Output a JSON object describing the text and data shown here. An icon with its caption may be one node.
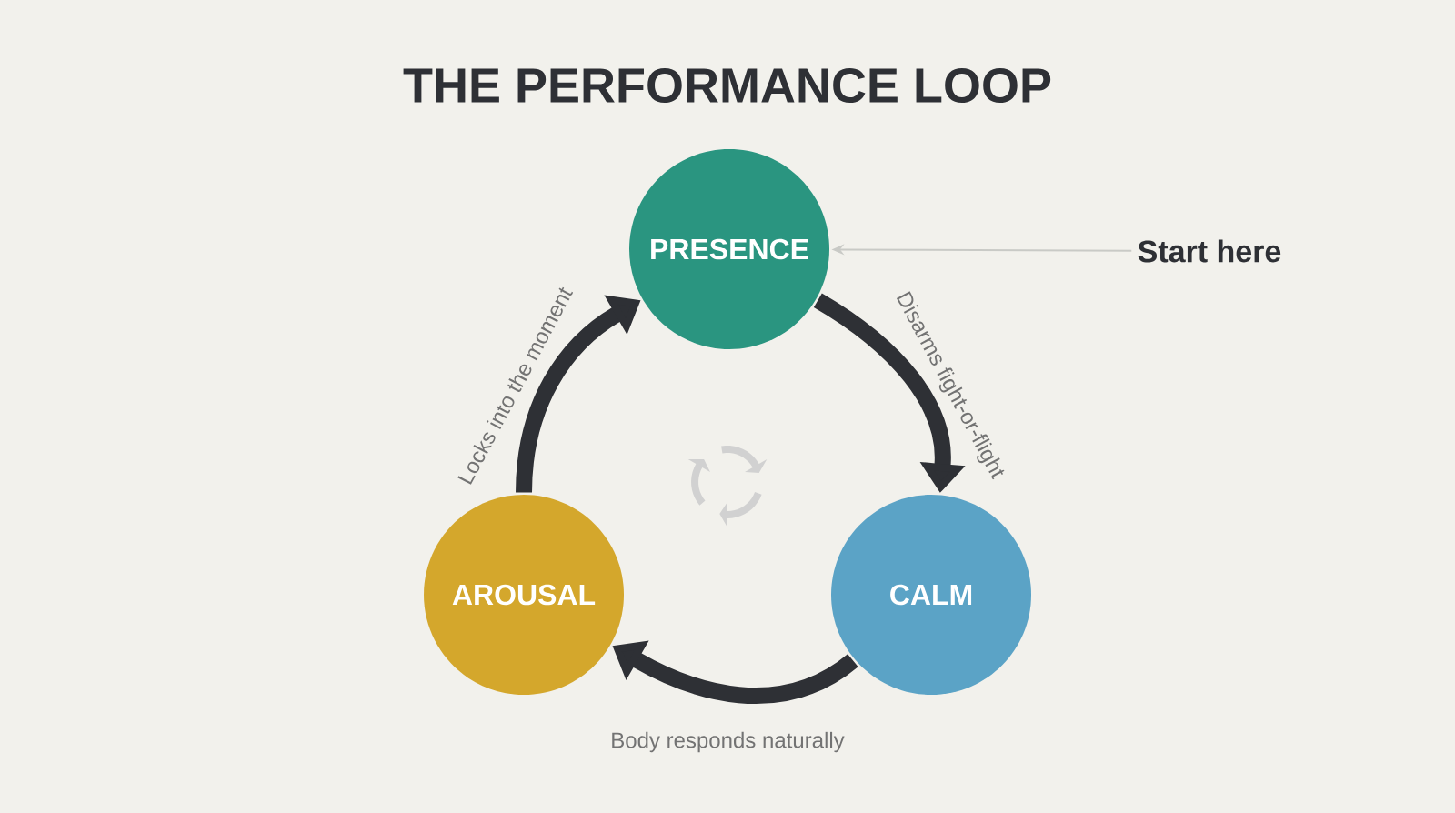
{
  "diagram": {
    "title": "THE PERFORMANCE LOOP",
    "nodes": [
      {
        "text": [
          "PRESENCE"
        ]
      },
      {
        "text": [
          "CALM"
        ]
      },
      {
        "text": [
          "AROUSAL"
        ]
      },
      {
        "text": [
          "Start here"
        ]
      }
    ],
    "edges": [
      {
        "from": 0,
        "to": 1,
        "arrow": "to",
        "label": "Disarms fight-or-flight"
      },
      {
        "from": 1,
        "to": 2,
        "arrow": "to",
        "label": "Body responds naturally"
      },
      {
        "from": 2,
        "to": 0,
        "arrow": "to",
        "label": "Locks into the moment"
      },
      {
        "from": 3,
        "to": 0,
        "arrow": "to",
        "color": "#c9cac6"
      }
    ]
  }
}
